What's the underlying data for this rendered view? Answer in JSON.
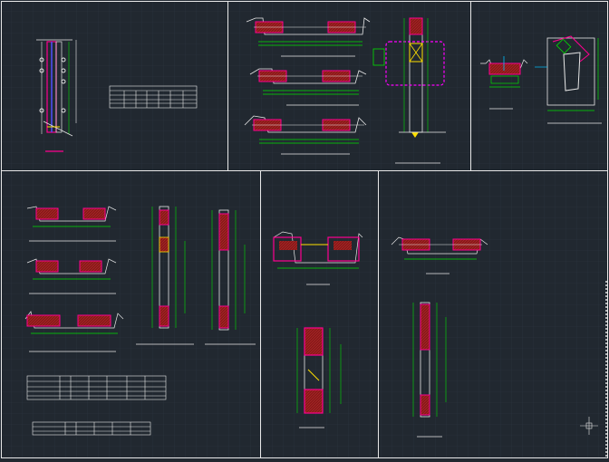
{
  "viewport": {
    "background": "#212830",
    "grid_color": "#2c3440",
    "frame_color": "#e8e8e8"
  },
  "layer_colors": {
    "dimension": "#00e000",
    "section": "#ff0090",
    "fill": "#8a1a1a",
    "text": "#ffffff",
    "highlight": "#ffe000",
    "annotation": "#00c0ff"
  },
  "sheets": [
    {
      "id": "sheet-1",
      "kind": "wall-elevation-and-table"
    },
    {
      "id": "sheet-2",
      "kind": "horizontal-sections-and-column-detail"
    },
    {
      "id": "sheet-3",
      "kind": "node-details"
    },
    {
      "id": "sheet-4",
      "kind": "sections-and-schedules"
    },
    {
      "id": "sheet-5",
      "kind": "window-section-detail"
    },
    {
      "id": "sheet-6",
      "kind": "door-section-detail"
    }
  ],
  "icons": [
    "crosshair-icon"
  ]
}
